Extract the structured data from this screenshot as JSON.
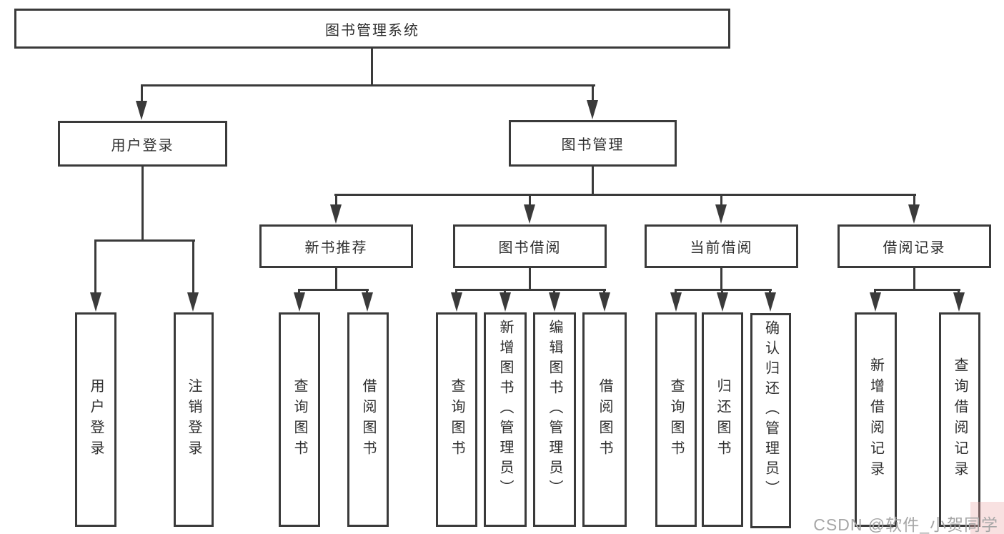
{
  "diagram": {
    "root": "图书管理系统",
    "level1": {
      "user_login": "用户登录",
      "book_mgmt": "图书管理"
    },
    "level2": {
      "new_book": "新书推荐",
      "borrow": "图书借阅",
      "current": "当前借阅",
      "records": "借阅记录"
    },
    "leaves": {
      "user_login": [
        "用户登录",
        "注销登录"
      ],
      "new_book": [
        "查询图书",
        "借阅图书"
      ],
      "borrow": [
        "查询图书",
        "新增图书（管理员）",
        "编辑图书（管理员）",
        "借阅图书"
      ],
      "current": [
        "查询图书",
        "归还图书",
        "确认归还（管理员）"
      ],
      "records": [
        "新增借阅记录",
        "查询借阅记录"
      ]
    }
  },
  "watermark": "CSDN @软件_小贺同学",
  "colors": {
    "line": "#3a3a3a",
    "text": "#2f2f2f",
    "watermark_text": "#a6a6a6",
    "watermark_bg": "#f3dada"
  }
}
